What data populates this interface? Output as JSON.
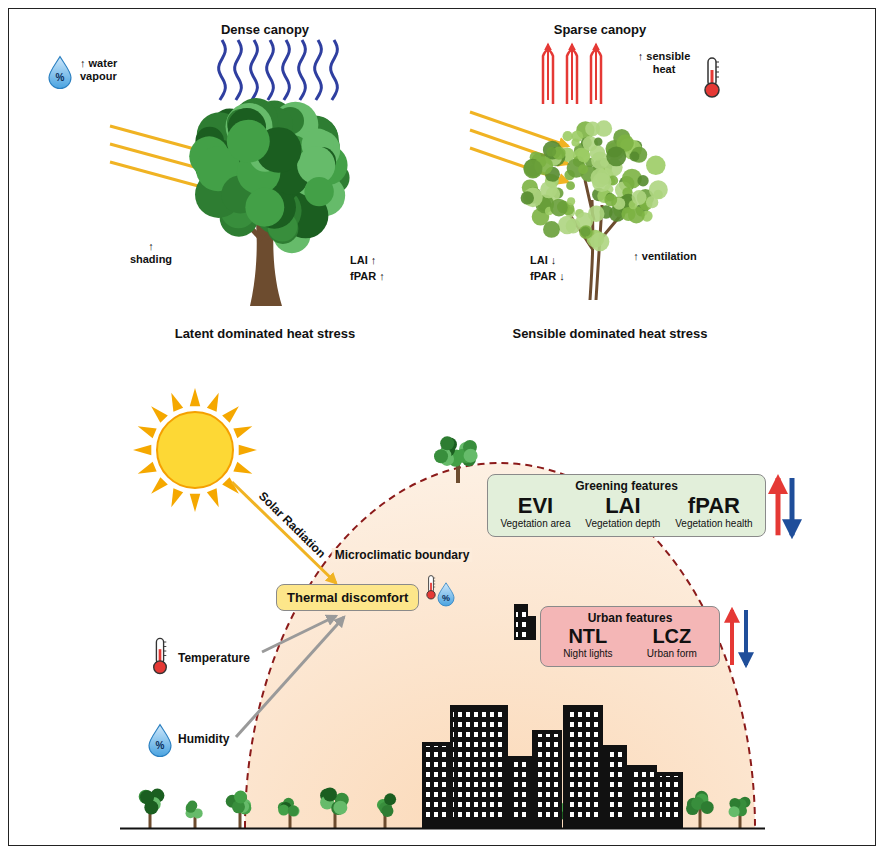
{
  "diagram": {
    "nodes": [
      {
        "text": [
          "Greening features",
          "EVI",
          "Vegetation area",
          "LAI",
          "Vegetation depth",
          "fPAR",
          "Vegetation health"
        ]
      },
      {
        "text": [
          "Urban features",
          "NTL",
          "Night lights",
          "LCZ",
          "Urban form"
        ]
      },
      {
        "text": [
          "Thermal discomfort"
        ]
      }
    ],
    "labels": [
      "Dense canopy",
      "↑ water vapour",
      "Sparse canopy",
      "↑ sensible heat",
      "↑ shading",
      "LAI ↑",
      "fPAR ↑",
      "LAI ↓",
      "fPAR ↓",
      "↑ ventilation",
      "Latent dominated heat stress",
      "Sensible dominated heat stress",
      "Microclimatic boundary",
      "Solar Radiation",
      "Temperature",
      "Humidity",
      "%",
      "%",
      "%"
    ]
  }
}
